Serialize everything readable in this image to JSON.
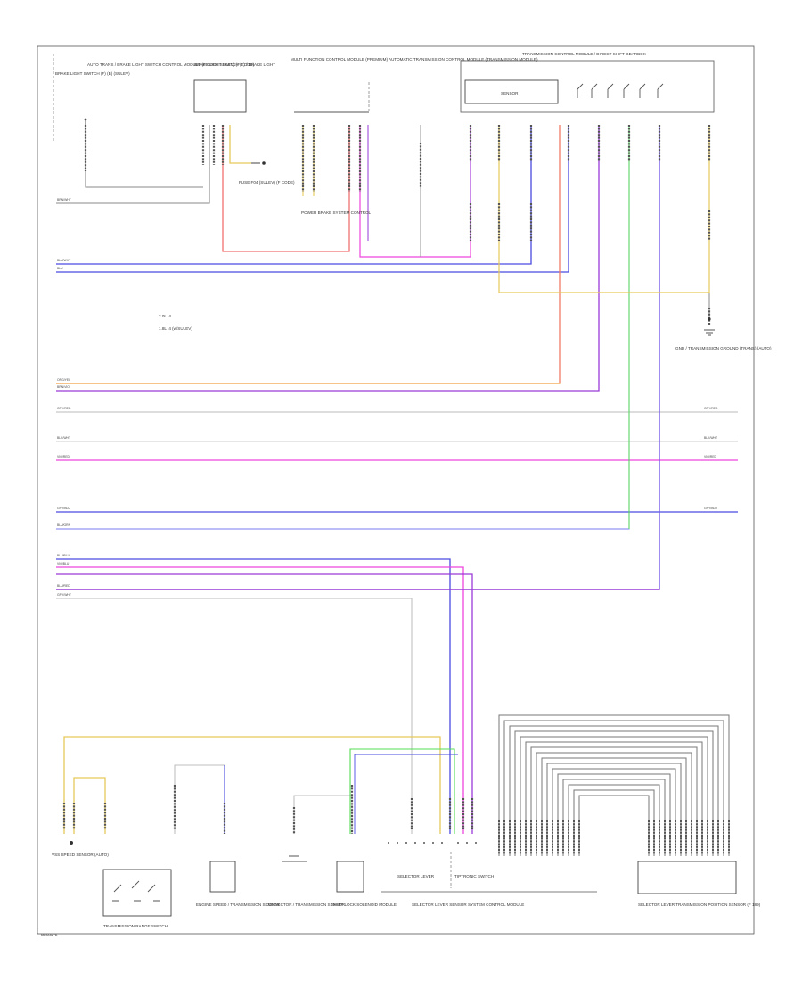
{
  "page_id": "W3A9C6",
  "legend": {
    "items": [
      "2.0L I4",
      "1.8L I4 (w/SULEV)"
    ]
  },
  "components": {
    "brake_sensor": "BRAKE LIGHT SWITCH (F) (B) (SULEV)",
    "left_col": "AUTO TRANS / BRAKE LIGHT SWITCH CONTROL MODULE (F CODE SULEV) (F CODE)",
    "brake_switch": "BRAKE LIGHT SWITCH (F) / BRAKE LIGHT",
    "multi_module": "MULTI FUNCTION CONTROL MODULE (PREMIUM)",
    "auto_trans": "AUTOMATIC TRANSMISSION CONTROL MODULE (TRANSMISSION MODULE)",
    "trans_top": "TRANSMISSION CONTROL MODULE / DIRECT SHIFT GEARBOX",
    "solenoid_box": "SENSOR",
    "fuse": "FUSE F04 (SULEV) (F CODE)",
    "body_module": "POWER BRAKE SYSTEM CONTROL",
    "ground_right": "GND / TRANSMISSION GROUND (TRANS) (AUTO)",
    "trans_range": "TRANSMISSION RANGE SWITCH",
    "sensor_bl": "VSS SPEED SENSOR (AUTO)",
    "eng_sens1": "ENGINE SPEED / TRANSMISSION SENSOR",
    "eng_sens2": "CONNECTOR / TRANSMISSION SENSOR",
    "shift_lock": "SHIFT LOCK SOLENOID MODULE",
    "selector_sw": "SELECTOR LEVER",
    "tiptronic_sw": "TIPTRONIC SWITCH",
    "selector_module": "SELECTOR LEVER SENSOR SYSTEM CONTROL MODULE",
    "mechatronic": "SELECTOR LEVER TRANSMISSION POSITION SENSOR (F 189)"
  },
  "wire_labels": {
    "w_top": "BRN/WHT",
    "w1": "BLU/WHT",
    "w2": "BLU",
    "w3": "ORG/YEL",
    "w4": "BRN/VIO",
    "w5": "GRY/RED",
    "w6": "BLK/WHT",
    "w7": "VIO/RED",
    "w8": "GRY/BLU",
    "w9": "BLU/GRN",
    "w10": "BLU/BLU",
    "w11": "VIO/BLU",
    "w12": "BLU/RED",
    "w13": "GRY/WHT",
    "r5": "GRY/RED",
    "r6": "BLK/WHT",
    "r7": "VIO/RED",
    "r8": "GRY/BLU"
  },
  "colors": {
    "yellow": "#e6c95a",
    "red": "#f07070",
    "blue": "#4a4ae0",
    "violet": "#9a3ad8",
    "orange": "#f0a040",
    "pink": "#ee44dd",
    "green": "#55dd55",
    "gray": "#888888"
  }
}
